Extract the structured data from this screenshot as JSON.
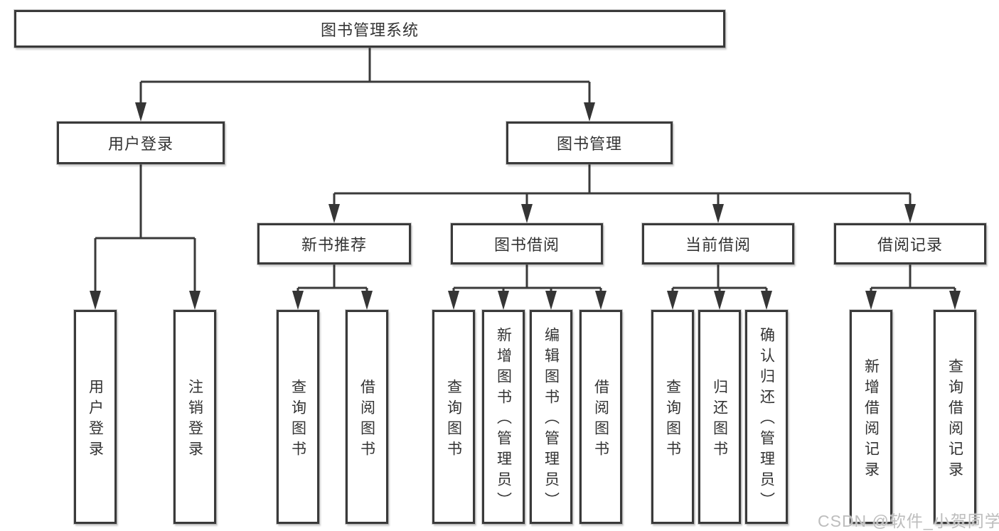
{
  "diagram": {
    "root": "图书管理系统",
    "level2": [
      "用户登录",
      "图书管理"
    ],
    "level3": [
      "新书推荐",
      "图书借阅",
      "当前借阅",
      "借阅记录"
    ],
    "leaves": {
      "login": [
        "用户登录",
        "注销登录"
      ],
      "newbook": [
        "查询图书",
        "借阅图书"
      ],
      "borrow": [
        "查询图书",
        "新增图书（管理员）",
        "编辑图书（管理员）",
        "借阅图书"
      ],
      "current": [
        "查询图书",
        "归还图书",
        "确认归还（管理员）"
      ],
      "records": [
        "新增借阅记录",
        "查询借阅记录"
      ]
    }
  },
  "colors": {
    "line": "#3a3a3a",
    "box_border": "#3a3a3a",
    "box_fill": "#ffffff",
    "text": "#333333",
    "watermark": "#bdbdbd"
  },
  "watermark": {
    "text": "CSDN @软件_小贺同学"
  }
}
